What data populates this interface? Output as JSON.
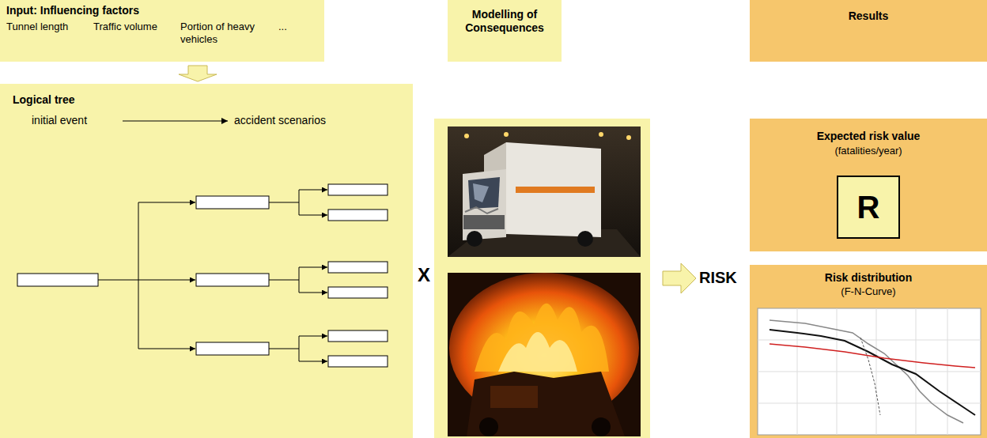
{
  "diagram": {
    "nodes": [
      {
        "text": [
          "Input: Influencing factors",
          "Tunnel length",
          "Traffic volume",
          "Portion of heavy vehicles",
          "..."
        ]
      },
      {
        "text": [
          "Logical tree",
          "initial event",
          "accident scenarios"
        ]
      },
      {
        "text": [
          "Modelling of Consequences"
        ]
      },
      {
        "text": [
          "Results"
        ]
      },
      {
        "text": [
          "Expected risk value",
          "(fatalities/year)"
        ]
      },
      {
        "text": [
          "R"
        ],
        "in": 4
      },
      {
        "text": [
          "Risk distribution",
          "(F-N-Curve)"
        ]
      }
    ],
    "edges": [
      {
        "from": 0,
        "to": 1,
        "arrow": "to"
      }
    ],
    "labels": [
      "X",
      "RISK"
    ]
  }
}
